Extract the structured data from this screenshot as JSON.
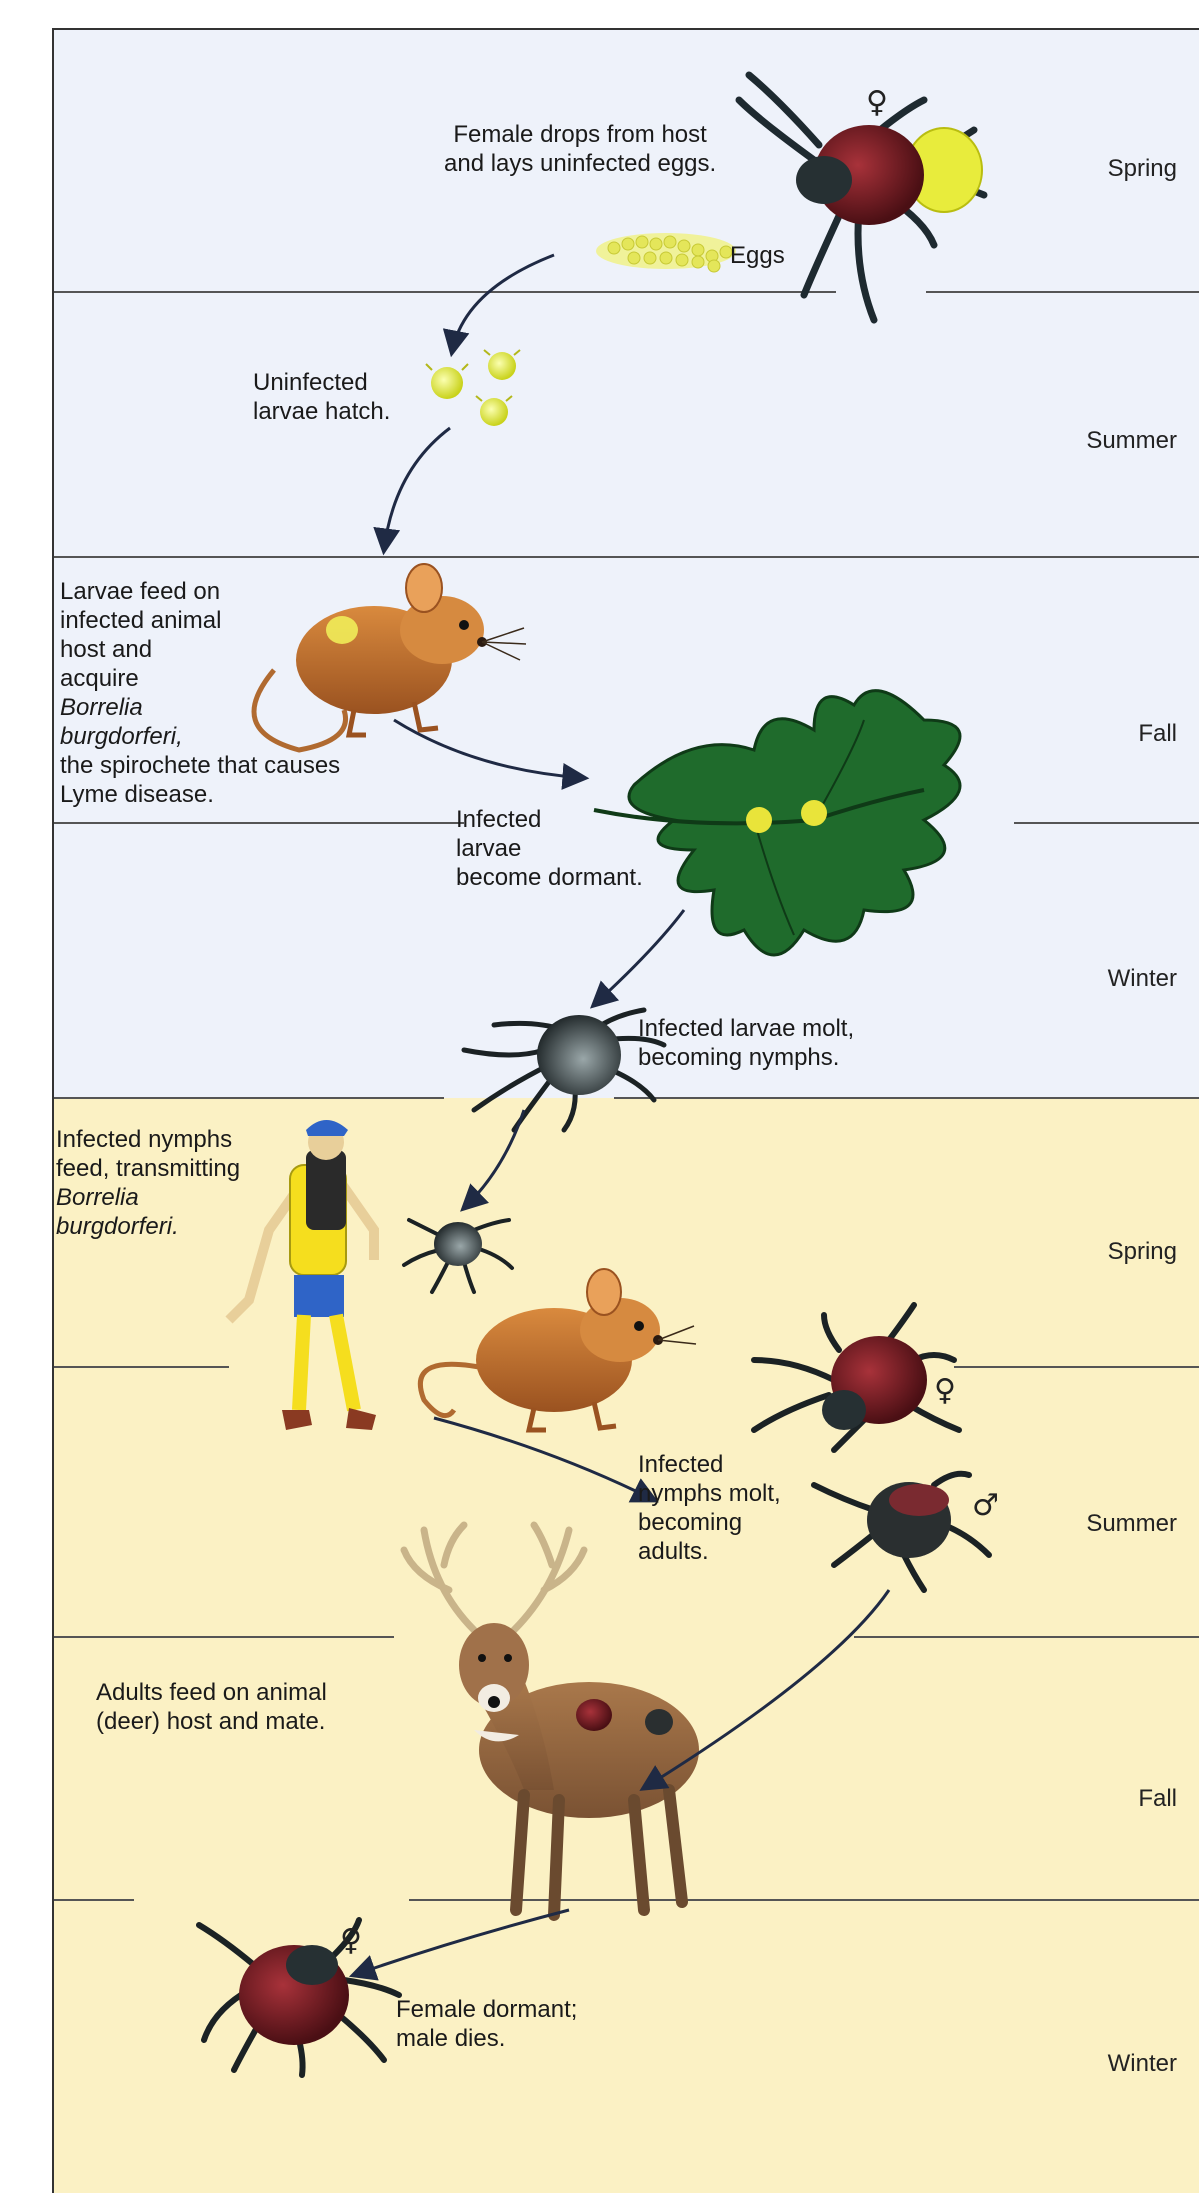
{
  "seasons": [
    "Spring",
    "Summer",
    "Fall",
    "Winter",
    "Spring",
    "Summer",
    "Fall",
    "Winter"
  ],
  "captions": {
    "female_drops": [
      "Female drops from host",
      "and lays uninfected eggs."
    ],
    "eggs": "Eggs",
    "larvae_hatch": [
      "Uninfected",
      "larvae hatch."
    ],
    "larvae_feed": [
      "Larvae feed on",
      "infected animal",
      "host and",
      "acquire",
      "Borrelia",
      "burgdorferi,",
      "the spirochete that causes",
      "Lyme disease."
    ],
    "larvae_dormant": [
      "Infected",
      "larvae",
      "become dormant."
    ],
    "larvae_molt": [
      "Infected larvae molt,",
      "becoming nymphs."
    ],
    "nymphs_feed": [
      "Infected nymphs",
      "feed, transmitting",
      "Borrelia",
      "burgdorferi."
    ],
    "nymphs_molt": [
      "Infected",
      "nymphs molt,",
      "becoming",
      "adults."
    ],
    "adults_feed": [
      "Adults feed on animal",
      "(deer) host and mate."
    ],
    "female_dormant": [
      "Female dormant;",
      "male dies."
    ]
  },
  "symbols": {
    "female": "♀",
    "male": "♂"
  },
  "colors": {
    "year1_bg": "#eef2fa",
    "year2_bg": "#fbf1c4",
    "divider": "#555555",
    "arrow": "#1f2a44"
  }
}
